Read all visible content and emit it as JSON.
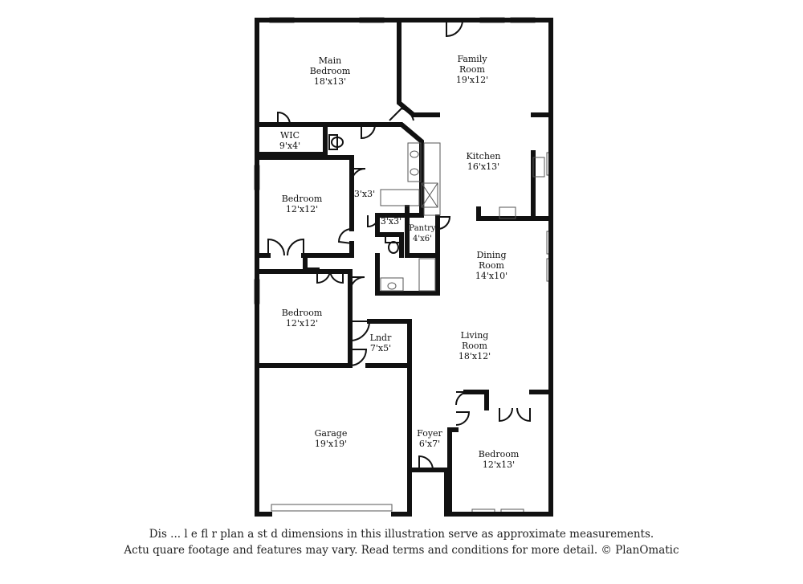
{
  "rooms": {
    "main_bedroom": {
      "name_line1": "Main",
      "name_line2": "Bedroom",
      "size": "18'x13'"
    },
    "family_room": {
      "name_line1": "Family",
      "name_line2": "Room",
      "size": "19'x12'"
    },
    "wic": {
      "name": "WIC",
      "size": "9'x4'"
    },
    "kitchen": {
      "name": "Kitchen",
      "size": "16'x13'"
    },
    "bedroom_1": {
      "name": "Bedroom",
      "size": "12'x12'"
    },
    "closet_a": {
      "size": "3'x3'"
    },
    "closet_b": {
      "size": "3'x3'"
    },
    "pantry": {
      "name": "Pantry",
      "size": "4'x6'"
    },
    "dining_room": {
      "name_line1": "Dining",
      "name_line2": "Room",
      "size": "14'x10'"
    },
    "bedroom_2": {
      "name": "Bedroom",
      "size": "12'x12'"
    },
    "laundry": {
      "name": "Lndr",
      "size": "7'x5'"
    },
    "living_room": {
      "name_line1": "Living",
      "name_line2": "Room",
      "size": "18'x12'"
    },
    "garage": {
      "name": "Garage",
      "size": "19'x19'"
    },
    "foyer": {
      "name": "Foyer",
      "size": "6'x7'"
    },
    "bedroom_3": {
      "name": "Bedroom",
      "size": "12'x13'"
    }
  },
  "disclaimer": {
    "line1": "Dis        ... l e fl  r plan a   st   d dimensions in this illustration serve as approximate measurements.",
    "line2": "Actu    quare footage and features may vary. Read terms and conditions for more detail. © PlanOmatic"
  }
}
